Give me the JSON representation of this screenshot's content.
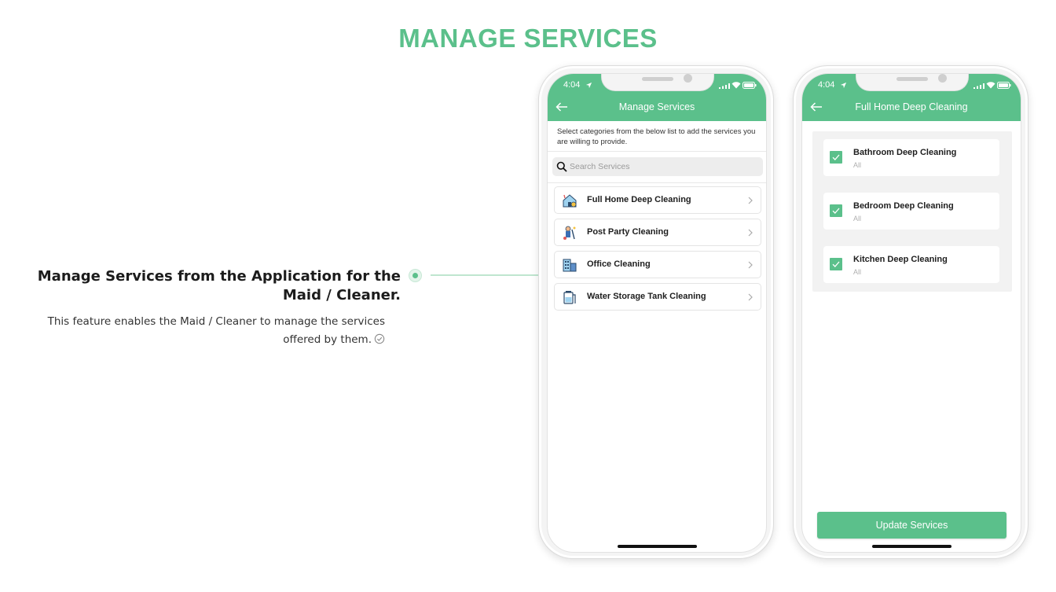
{
  "page": {
    "heading": "MANAGE SERVICES",
    "feature_title": "Manage Services from the Application for the Maid / Cleaner.",
    "feature_desc": "This feature enables the Maid / Cleaner to manage the services offered by them.",
    "accent_color": "#5bc08b"
  },
  "status_bar": {
    "time": "4:04"
  },
  "screen1": {
    "title": "Manage Services",
    "instruction": "Select categories from the below list to add the services you are willing to provide.",
    "search_placeholder": "Search Services",
    "search_value": "",
    "services": [
      {
        "label": "Full Home Deep Cleaning",
        "icon": "house-cleaning-icon"
      },
      {
        "label": "Post Party Cleaning",
        "icon": "party-cleaning-icon"
      },
      {
        "label": "Office Cleaning",
        "icon": "office-building-icon"
      },
      {
        "label": "Water Storage Tank Cleaning",
        "icon": "water-tank-icon"
      }
    ]
  },
  "screen2": {
    "title": "Full Home Deep Cleaning",
    "items": [
      {
        "title": "Bathroom Deep Cleaning",
        "subtitle": "All",
        "checked": true
      },
      {
        "title": "Bedroom Deep Cleaning",
        "subtitle": "All",
        "checked": true
      },
      {
        "title": "Kitchen Deep Cleaning",
        "subtitle": "All",
        "checked": true
      }
    ],
    "button_label": "Update Services"
  }
}
